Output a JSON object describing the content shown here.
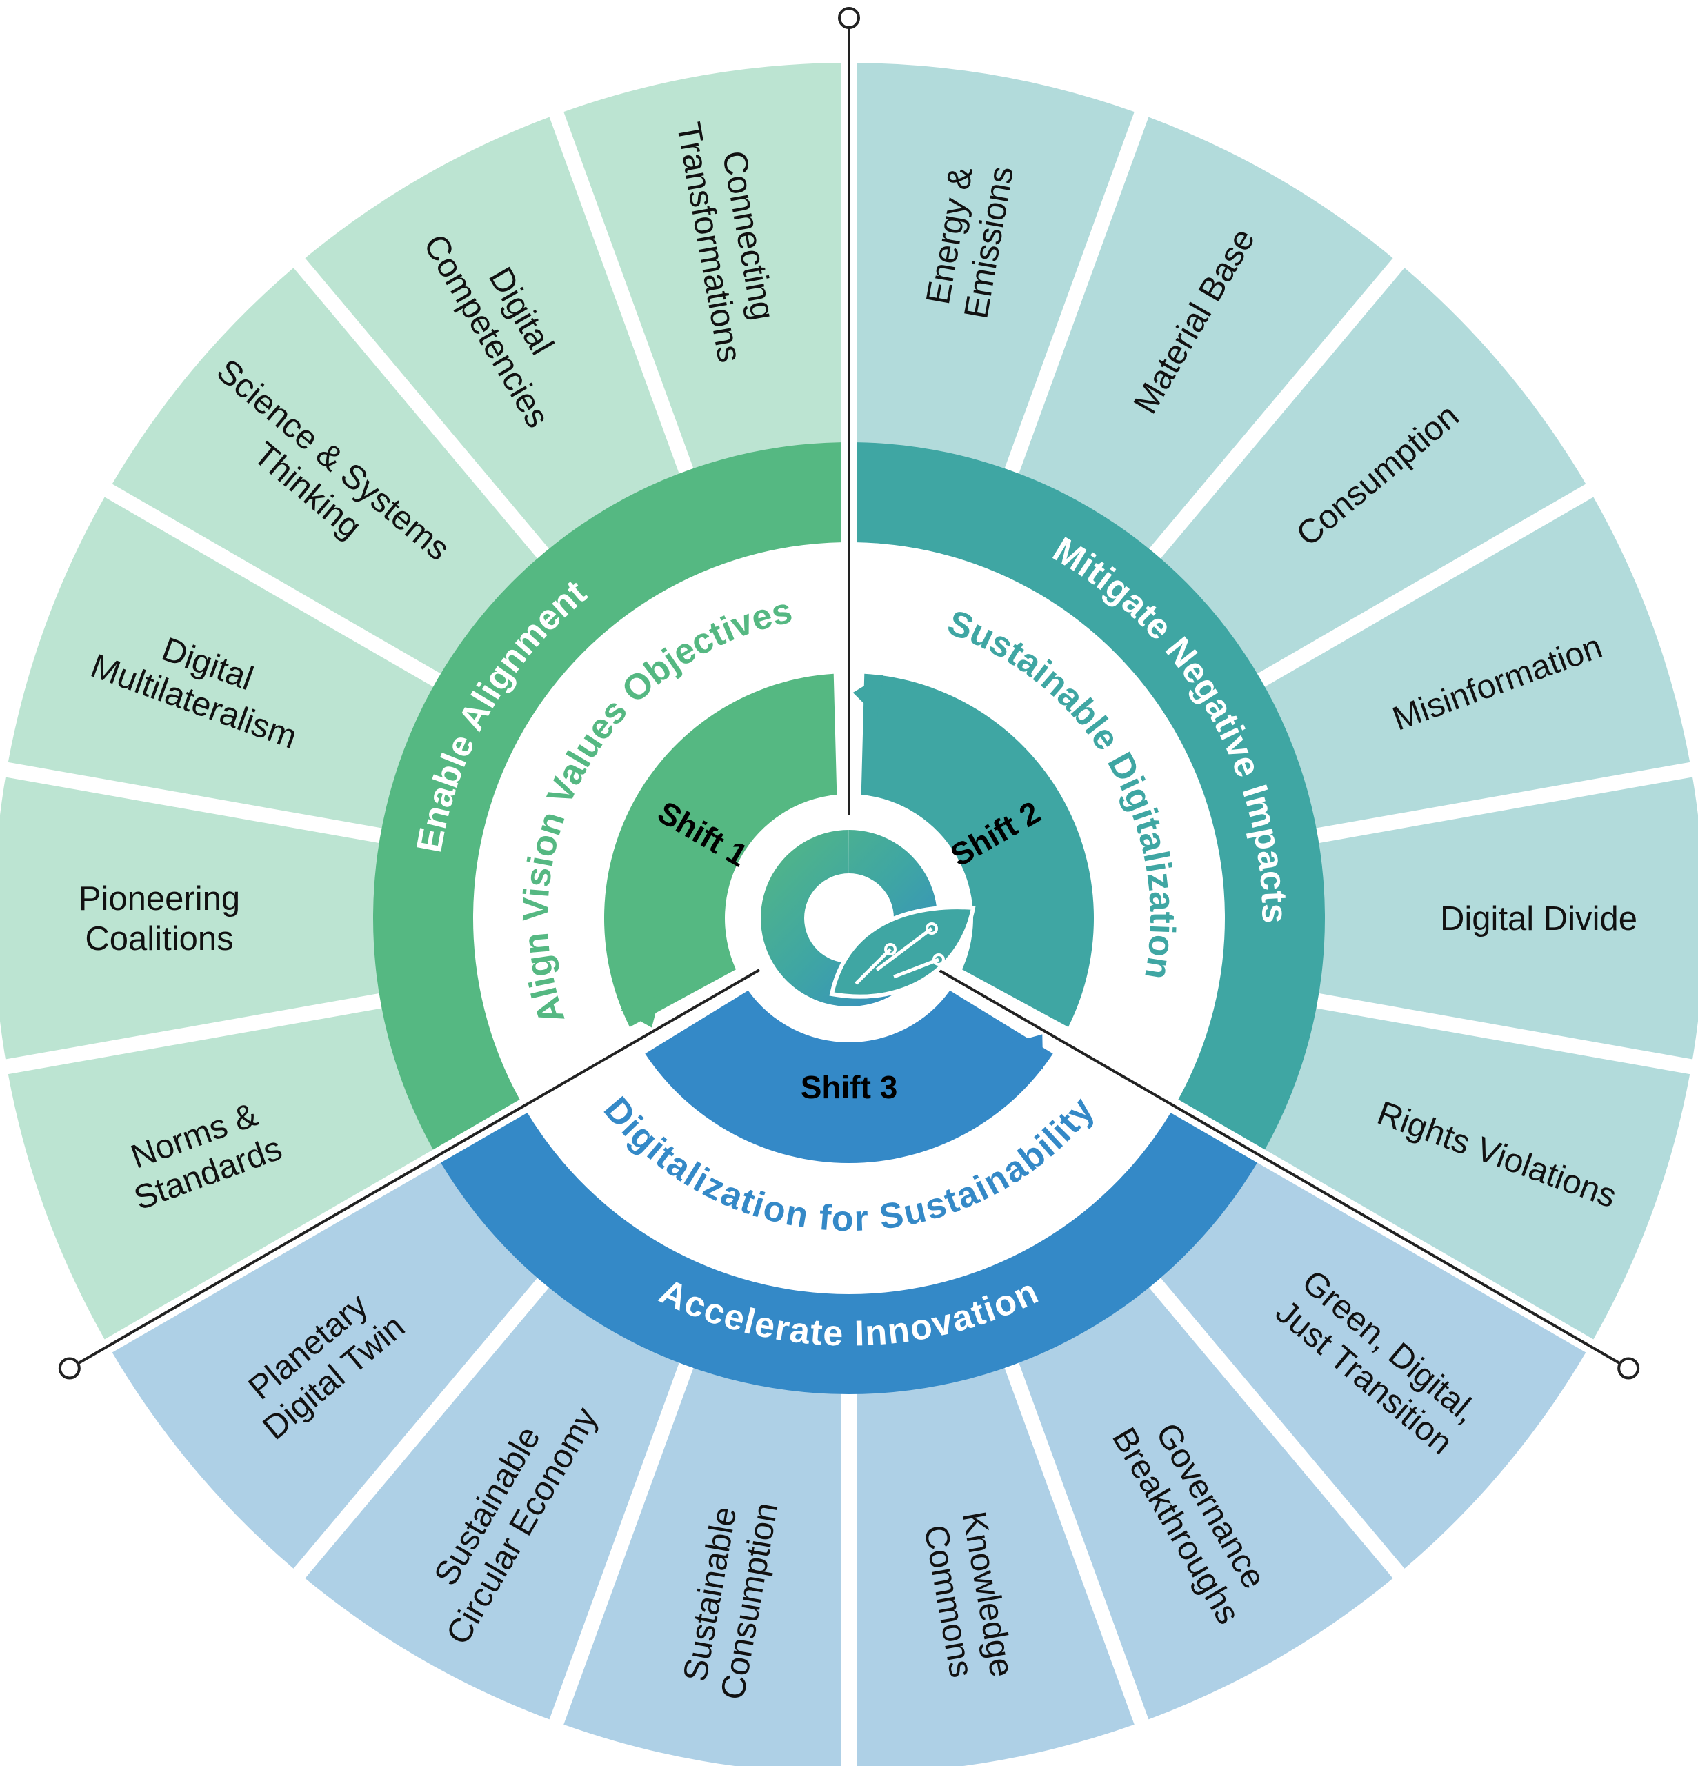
{
  "colors": {
    "shift1_outer": "#bce4d2",
    "shift2_outer": "#b2dbdb",
    "shift3_outer": "#aed0e6",
    "shift1_ring": "#55b882",
    "shift2_ring": "#3fa6a3",
    "shift3_ring": "#3489c7",
    "divider_line": "#222222"
  },
  "shifts": [
    {
      "shift_label": "Shift 1",
      "inner_label": "Align Vision Values Objectives",
      "ring_label": "Enable Alignment",
      "segments": [
        {
          "lines": [
            "Connecting",
            "Transformations"
          ]
        },
        {
          "lines": [
            "Digital",
            "Competencies"
          ]
        },
        {
          "lines": [
            "Science & Systems",
            "Thinking"
          ]
        },
        {
          "lines": [
            "Digital",
            "Multilateralism"
          ]
        },
        {
          "lines": [
            "Pioneering",
            "Coalitions"
          ]
        },
        {
          "lines": [
            "Norms &",
            "Standards"
          ]
        }
      ]
    },
    {
      "shift_label": "Shift 2",
      "inner_label": "Sustainable Digitalization",
      "ring_label": "Mitigate Negative Impacts",
      "segments": [
        {
          "lines": [
            "Energy &",
            "Emissions"
          ]
        },
        {
          "lines": [
            "Material Base"
          ]
        },
        {
          "lines": [
            "Consumption"
          ]
        },
        {
          "lines": [
            "Misinformation"
          ]
        },
        {
          "lines": [
            "Digital Divide"
          ]
        },
        {
          "lines": [
            "Rights Violations"
          ]
        }
      ]
    },
    {
      "shift_label": "Shift 3",
      "inner_label": "Digitalization for Sustainability",
      "ring_label": "Accelerate Innovation",
      "segments": [
        {
          "lines": [
            "Green, Digital,",
            "Just Transition"
          ]
        },
        {
          "lines": [
            "Governance",
            "Breakthroughs"
          ]
        },
        {
          "lines": [
            "Knowledge",
            "Commons"
          ]
        },
        {
          "lines": [
            "Sustainable",
            "Consumption"
          ]
        },
        {
          "lines": [
            "Sustainable",
            "Circular Economy"
          ]
        },
        {
          "lines": [
            "Planetary",
            "Digital Twin"
          ]
        }
      ]
    }
  ]
}
